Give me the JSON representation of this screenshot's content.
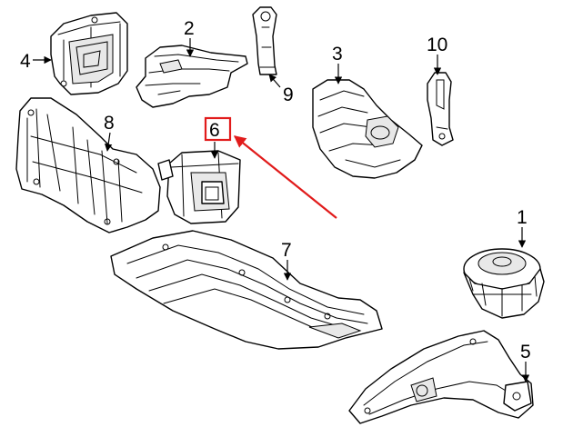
{
  "callouts": {
    "c1": "1",
    "c2": "2",
    "c3": "3",
    "c4": "4",
    "c5": "5",
    "c6": "6",
    "c7": "7",
    "c8": "8",
    "c9": "9",
    "c10": "10"
  },
  "highlight": {
    "target": "6",
    "box_color": "#e11b1b",
    "arrow_color": "#e11b1b"
  },
  "line_color": "#000000",
  "background": "#ffffff"
}
